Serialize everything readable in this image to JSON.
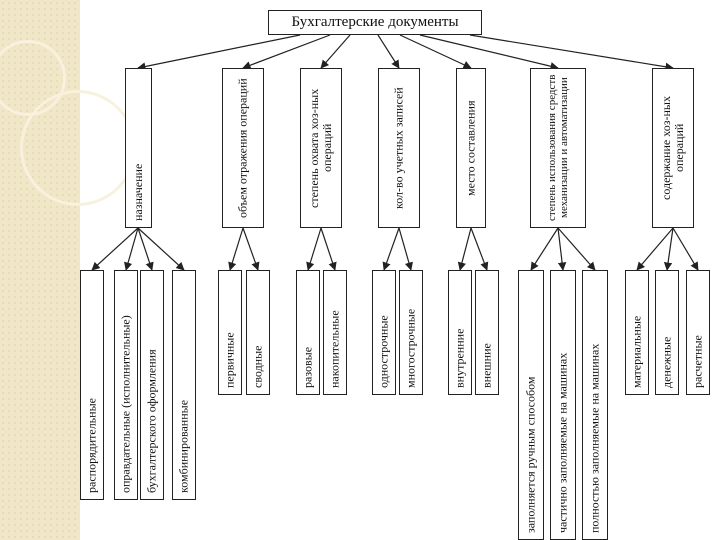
{
  "root": "Бухгалтерские документы",
  "categories": [
    {
      "label": "назначение",
      "children": [
        "распорядительные",
        "оправдательные (исполнительные)",
        "бухгалтерского оформления",
        "комбинированные"
      ]
    },
    {
      "label": "объем отражения операций",
      "children": [
        "первичные",
        "сводные"
      ]
    },
    {
      "label": "степень охвата хоз-ных операций",
      "children": [
        "разовые",
        "накопительные"
      ]
    },
    {
      "label": "кол-во учетных записей",
      "children": [
        "однострочные",
        "многострочные"
      ]
    },
    {
      "label": "место составления",
      "children": [
        "внутренние",
        "внешние"
      ]
    },
    {
      "label": "степень использования средств механизации и автоматизации",
      "children": [
        "заполняется ручным способом",
        "частично заполняемые на машинах",
        "полностью заполняемые на машинах"
      ]
    },
    {
      "label": "содержание хоз-ных операций",
      "children": [
        "материальные",
        "денежные",
        "расчетные"
      ]
    }
  ]
}
